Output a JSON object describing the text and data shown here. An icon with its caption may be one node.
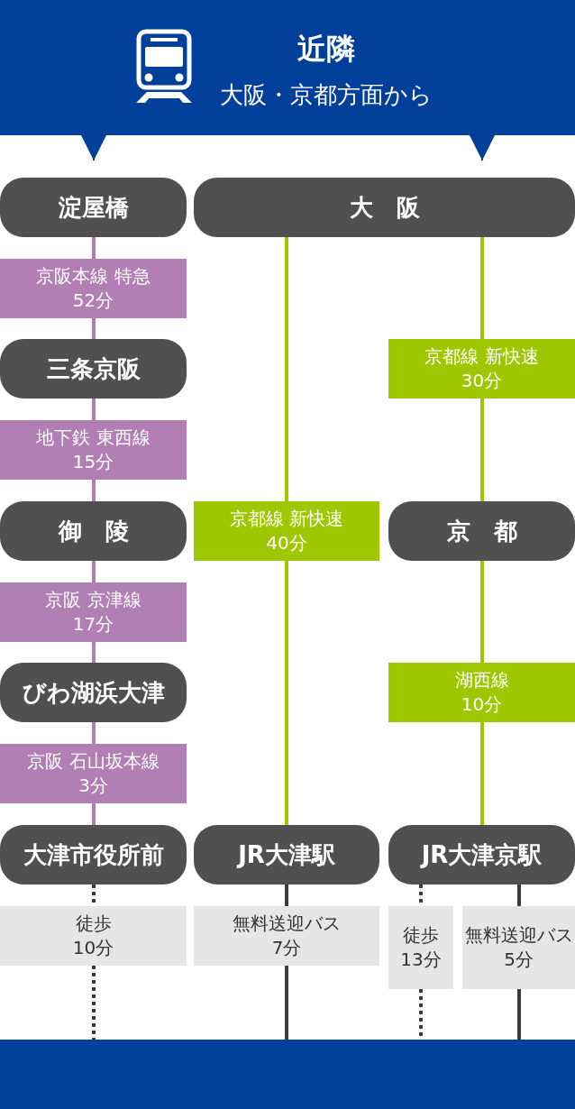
{
  "diagram": {
    "nodes": [
      {
        "text": [
          "近隣",
          "大阪・京都方面から"
        ]
      },
      {
        "text": [
          "淀屋橋"
        ]
      },
      {
        "text": [
          "大　阪"
        ]
      },
      {
        "text": [
          "京阪本線 特急",
          "52分"
        ]
      },
      {
        "text": [
          "三条京阪"
        ]
      },
      {
        "text": [
          "京都線 新快速",
          "30分"
        ]
      },
      {
        "text": [
          "地下鉄 東西線",
          "15分"
        ]
      },
      {
        "text": [
          "御　陵"
        ]
      },
      {
        "text": [
          "京都線 新快速",
          "40分"
        ]
      },
      {
        "text": [
          "京　都"
        ]
      },
      {
        "text": [
          "京阪 京津線",
          "17分"
        ]
      },
      {
        "text": [
          "びわ湖浜大津"
        ]
      },
      {
        "text": [
          "湖西線",
          "10分"
        ]
      },
      {
        "text": [
          "京阪 石山坂本線",
          "3分"
        ]
      },
      {
        "text": [
          "大津市役所前"
        ]
      },
      {
        "text": [
          "JR大津駅"
        ]
      },
      {
        "text": [
          "JR大津京駅"
        ]
      },
      {
        "text": [
          "徒歩",
          "10分"
        ]
      },
      {
        "text": [
          "無料送迎バス",
          "7分"
        ]
      },
      {
        "text": [
          "徒歩",
          "13分"
        ]
      },
      {
        "text": [
          "無料送迎バス",
          "5分"
        ]
      },
      {
        "text": [],
        "shape": "bar"
      }
    ],
    "edges": [
      {
        "from": 0,
        "to": 1,
        "arrow": "to",
        "color": "#00409a"
      },
      {
        "from": 0,
        "to": 2,
        "arrow": "to",
        "color": "#00409a"
      },
      {
        "from": 1,
        "to": 3,
        "arrow": "none",
        "color": "#b17fb4"
      },
      {
        "from": 3,
        "to": 4,
        "arrow": "none",
        "color": "#b17fb4"
      },
      {
        "from": 4,
        "to": 6,
        "arrow": "none",
        "color": "#b17fb4"
      },
      {
        "from": 6,
        "to": 7,
        "arrow": "none",
        "color": "#b17fb4"
      },
      {
        "from": 7,
        "to": 10,
        "arrow": "none",
        "color": "#b17fb4"
      },
      {
        "from": 10,
        "to": 11,
        "arrow": "none",
        "color": "#b17fb4"
      },
      {
        "from": 11,
        "to": 13,
        "arrow": "none",
        "color": "#b17fb4"
      },
      {
        "from": 13,
        "to": 14,
        "arrow": "none",
        "color": "#b17fb4"
      },
      {
        "from": 2,
        "to": 8,
        "arrow": "none",
        "color": "#9fc700"
      },
      {
        "from": 8,
        "to": 15,
        "arrow": "none",
        "color": "#9fc700"
      },
      {
        "from": 2,
        "to": 5,
        "arrow": "none",
        "color": "#9fc700"
      },
      {
        "from": 5,
        "to": 9,
        "arrow": "none",
        "color": "#9fc700"
      },
      {
        "from": 9,
        "to": 12,
        "arrow": "none",
        "color": "#9fc700"
      },
      {
        "from": 12,
        "to": 16,
        "arrow": "none",
        "color": "#9fc700"
      },
      {
        "from": 14,
        "to": 17,
        "arrow": "none",
        "style": "dashed",
        "color": "#3c3c3c"
      },
      {
        "from": 17,
        "to": 21,
        "arrow": "none",
        "style": "dashed",
        "color": "#3c3c3c"
      },
      {
        "from": 15,
        "to": 18,
        "arrow": "none",
        "color": "#3c3c3c"
      },
      {
        "from": 18,
        "to": 21,
        "arrow": "none",
        "color": "#3c3c3c"
      },
      {
        "from": 16,
        "to": 19,
        "arrow": "none",
        "style": "dashed",
        "color": "#3c3c3c"
      },
      {
        "from": 19,
        "to": 21,
        "arrow": "none",
        "style": "dashed",
        "color": "#3c3c3c"
      },
      {
        "from": 16,
        "to": 20,
        "arrow": "none",
        "color": "#3c3c3c"
      },
      {
        "from": 20,
        "to": 21,
        "arrow": "none",
        "color": "#3c3c3c"
      }
    ]
  }
}
